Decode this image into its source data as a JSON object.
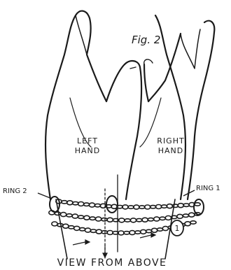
{
  "figure": {
    "fig_label": "Fig. 2",
    "left_hand_label": [
      "LEFT",
      "HAND"
    ],
    "right_hand_label": [
      "RIGHT",
      "HAND"
    ],
    "ring_left_label": "RING 2",
    "ring_right_label": "RING 1",
    "marker_number": "1",
    "caption": "VIEW FROM ABOVE"
  }
}
